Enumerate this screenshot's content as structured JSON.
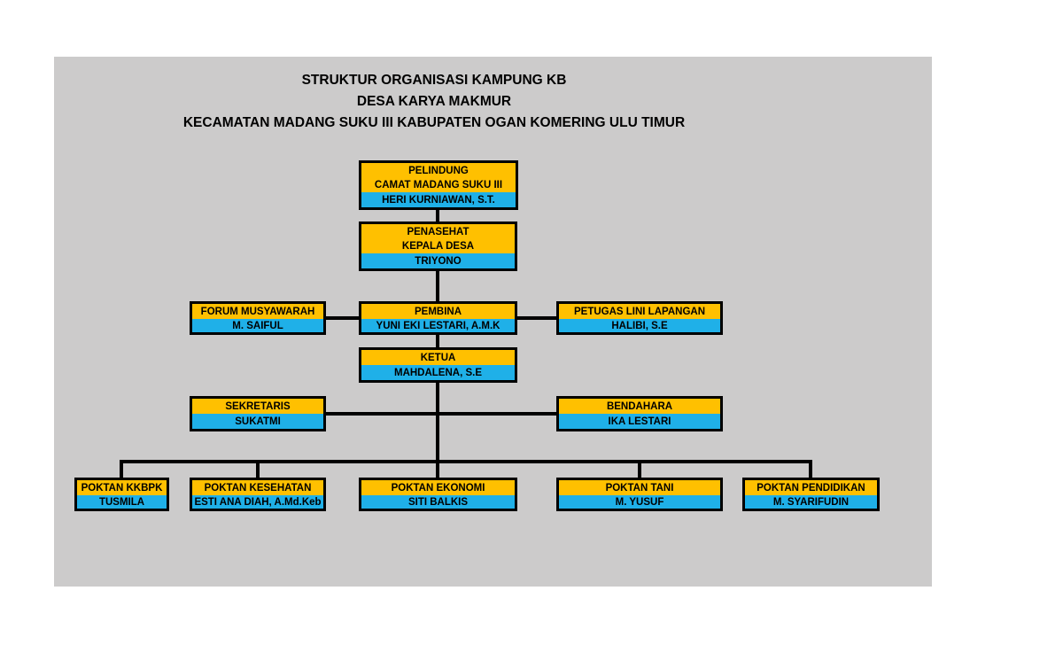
{
  "title": {
    "line1": "STRUKTUR ORGANISASI KAMPUNG KB",
    "line2": "DESA KARYA MAKMUR",
    "line3": "KECAMATAN MADANG SUKU III KABUPATEN OGAN KOMERING ULU TIMUR"
  },
  "colors": {
    "role_bg": "#FFC000",
    "name_bg": "#1FB0E8",
    "line_color": "#000000",
    "canvas_bg": "#CCCBCB",
    "page_bg": "#FFFFFF",
    "text_color": "#000000"
  },
  "nodes": {
    "pelindung": {
      "role": "PELINDUNG",
      "subrole": "CAMAT MADANG SUKU III",
      "person": "HERI KURNIAWAN, S.T."
    },
    "penasehat": {
      "role": "PENASEHAT",
      "subrole": "KEPALA DESA",
      "person": "TRIYONO"
    },
    "forum_musyawarah": {
      "role": "FORUM MUSYAWARAH",
      "person": "M. SAIFUL"
    },
    "pembina": {
      "role": "PEMBINA",
      "person": "YUNI EKI LESTARI, A.M.K"
    },
    "petugas_lini_lapangan": {
      "role": "PETUGAS LINI LAPANGAN",
      "person": "HALIBI, S.E"
    },
    "ketua": {
      "role": "KETUA",
      "person": "MAHDALENA, S.E"
    },
    "sekretaris": {
      "role": "SEKRETARIS",
      "person": "SUKATMI"
    },
    "bendahara": {
      "role": "BENDAHARA",
      "person": "IKA LESTARI"
    },
    "poktan_kkbpk": {
      "role": "POKTAN KKBPK",
      "person": "TUSMILA"
    },
    "poktan_kesehatan": {
      "role": "POKTAN KESEHATAN",
      "person": "ESTI ANA DIAH, A.Md.Keb"
    },
    "poktan_ekonomi": {
      "role": "POKTAN EKONOMI",
      "person": "SITI BALKIS"
    },
    "poktan_tani": {
      "role": "POKTAN TANI",
      "person": "M. YUSUF"
    },
    "poktan_pendidikan": {
      "role": "POKTAN PENDIDIKAN",
      "person": "M. SYARIFUDIN"
    }
  }
}
